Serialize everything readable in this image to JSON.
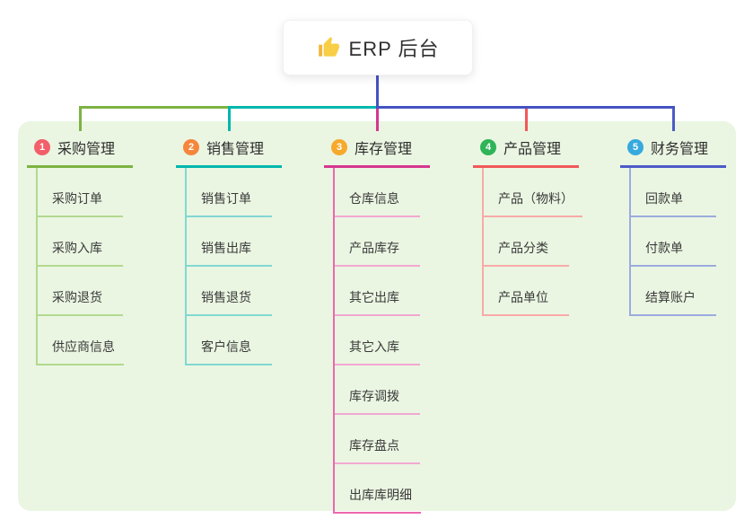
{
  "root": {
    "title": "ERP 后台",
    "icon": "thumbs-up",
    "bg_color": "#ffffff",
    "trunk_color": "#4552c3"
  },
  "panel": {
    "bg_color": "#eaf6e2"
  },
  "branches": [
    {
      "index": "1",
      "title": "采购管理",
      "badge_color": "#f25f6a",
      "line_color": "#7cb342",
      "child_line_color": "#b3d98e",
      "children": [
        "采购订单",
        "采购入库",
        "采购退货",
        "供应商信息"
      ]
    },
    {
      "index": "2",
      "title": "销售管理",
      "badge_color": "#f6863c",
      "line_color": "#00b7ae",
      "child_line_color": "#82d8d2",
      "children": [
        "销售订单",
        "销售出库",
        "销售退货",
        "客户信息"
      ]
    },
    {
      "index": "3",
      "title": "库存管理",
      "badge_color": "#f7a92d",
      "line_color": "#d6368f",
      "trunk_color": "#ee68ae",
      "child_line_color": "#f3a7d0",
      "children": [
        "仓库信息",
        "产品库存",
        "其它出库",
        "其它入库",
        "库存调拨",
        "库存盘点",
        "出库库明细"
      ]
    },
    {
      "index": "4",
      "title": "产品管理",
      "badge_color": "#2fb457",
      "line_color": "#f25858",
      "child_line_color": "#f8aaa8",
      "children": [
        "产品（物料）",
        "产品分类",
        "产品单位"
      ]
    },
    {
      "index": "5",
      "title": "财务管理",
      "badge_color": "#36a9de",
      "line_color": "#4d5ac8",
      "child_line_color": "#9cabde",
      "children": [
        "回款单",
        "付款单",
        "结算账户"
      ]
    }
  ]
}
